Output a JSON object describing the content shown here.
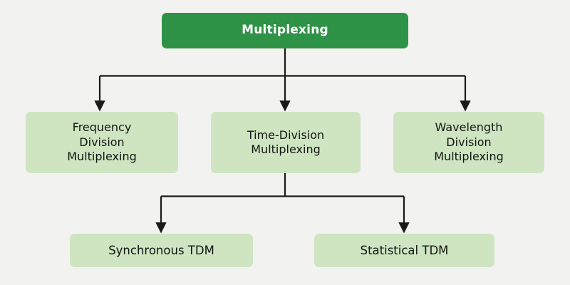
{
  "diagram": {
    "title": "Multiplexing",
    "background_color": "#f2f2f0",
    "root_color": "#2e9247",
    "branch_color": "#cfe5c2",
    "edge_color": "#1a1a1a",
    "root": {
      "id": "multiplexing",
      "label": "Multiplexing"
    },
    "level2": [
      {
        "id": "fdm",
        "label": "Frequency\nDivision\nMultiplexing"
      },
      {
        "id": "tdm",
        "label": "Time-Division\nMultiplexing"
      },
      {
        "id": "wdm",
        "label": "Wavelength\nDivision\nMultiplexing"
      }
    ],
    "level3": [
      {
        "id": "sync-tdm",
        "label": "Synchronous TDM"
      },
      {
        "id": "stat-tdm",
        "label": "Statistical TDM"
      }
    ]
  }
}
